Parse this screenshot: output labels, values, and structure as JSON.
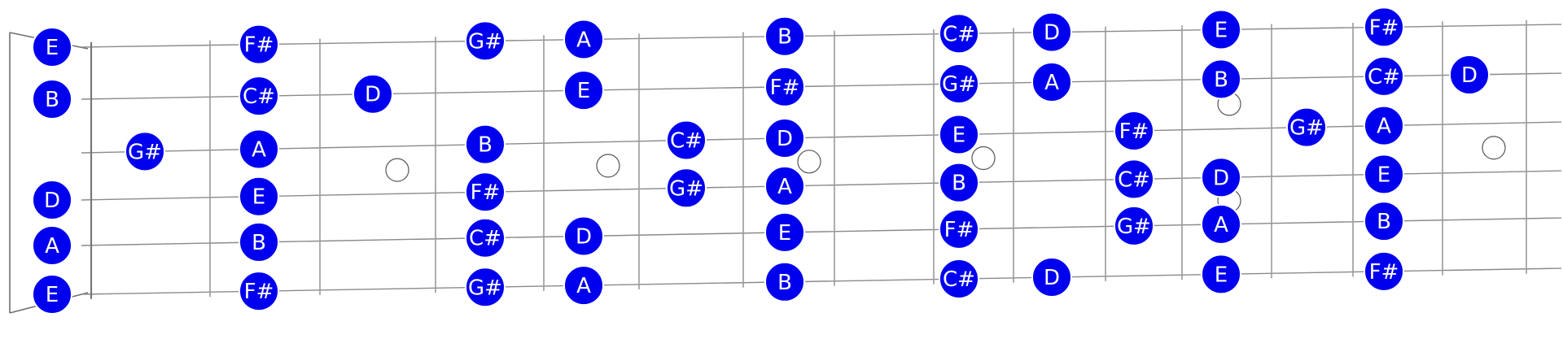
{
  "colors": {
    "note_fill": "#0000ee",
    "note_text": "#ffffff",
    "line": "#8a8a8a",
    "background": "#ffffff"
  },
  "chart_data": {
    "type": "fretboard",
    "strings": 6,
    "frets_shown": 19,
    "open_notes": [
      {
        "string": 1,
        "note": "E"
      },
      {
        "string": 2,
        "note": "B"
      },
      {
        "string": 4,
        "note": "D"
      },
      {
        "string": 5,
        "note": "A"
      },
      {
        "string": 6,
        "note": "E"
      }
    ],
    "notes": [
      {
        "string": 3,
        "fret": 1,
        "note": "G#"
      },
      {
        "string": 1,
        "fret": 2,
        "note": "F#"
      },
      {
        "string": 2,
        "fret": 2,
        "note": "C#"
      },
      {
        "string": 3,
        "fret": 2,
        "note": "A"
      },
      {
        "string": 4,
        "fret": 2,
        "note": "E"
      },
      {
        "string": 5,
        "fret": 2,
        "note": "B"
      },
      {
        "string": 6,
        "fret": 2,
        "note": "F#"
      },
      {
        "string": 2,
        "fret": 3,
        "note": "D"
      },
      {
        "string": 1,
        "fret": 4,
        "note": "G#"
      },
      {
        "string": 3,
        "fret": 4,
        "note": "B"
      },
      {
        "string": 4,
        "fret": 4,
        "note": "F#"
      },
      {
        "string": 5,
        "fret": 4,
        "note": "C#"
      },
      {
        "string": 6,
        "fret": 4,
        "note": "G#"
      },
      {
        "string": 1,
        "fret": 5,
        "note": "A"
      },
      {
        "string": 2,
        "fret": 5,
        "note": "E"
      },
      {
        "string": 5,
        "fret": 5,
        "note": "D"
      },
      {
        "string": 6,
        "fret": 5,
        "note": "A"
      },
      {
        "string": 3,
        "fret": 6,
        "note": "C#"
      },
      {
        "string": 4,
        "fret": 6,
        "note": "G#"
      },
      {
        "string": 1,
        "fret": 7,
        "note": "B"
      },
      {
        "string": 2,
        "fret": 7,
        "note": "F#"
      },
      {
        "string": 3,
        "fret": 7,
        "note": "D"
      },
      {
        "string": 4,
        "fret": 7,
        "note": "A"
      },
      {
        "string": 5,
        "fret": 7,
        "note": "E"
      },
      {
        "string": 6,
        "fret": 7,
        "note": "B"
      },
      {
        "string": 1,
        "fret": 9,
        "note": "C#"
      },
      {
        "string": 2,
        "fret": 9,
        "note": "G#"
      },
      {
        "string": 3,
        "fret": 9,
        "note": "E"
      },
      {
        "string": 4,
        "fret": 9,
        "note": "B"
      },
      {
        "string": 5,
        "fret": 9,
        "note": "F#"
      },
      {
        "string": 6,
        "fret": 9,
        "note": "C#"
      },
      {
        "string": 1,
        "fret": 10,
        "note": "D"
      },
      {
        "string": 2,
        "fret": 10,
        "note": "A"
      },
      {
        "string": 6,
        "fret": 10,
        "note": "D"
      },
      {
        "string": 3,
        "fret": 11,
        "note": "F#"
      },
      {
        "string": 4,
        "fret": 11,
        "note": "C#"
      },
      {
        "string": 5,
        "fret": 11,
        "note": "G#"
      },
      {
        "string": 1,
        "fret": 12,
        "note": "E"
      },
      {
        "string": 2,
        "fret": 12,
        "note": "B"
      },
      {
        "string": 4,
        "fret": 12,
        "note": "D"
      },
      {
        "string": 5,
        "fret": 12,
        "note": "A"
      },
      {
        "string": 6,
        "fret": 12,
        "note": "E"
      },
      {
        "string": 3,
        "fret": 13,
        "note": "G#"
      },
      {
        "string": 1,
        "fret": 14,
        "note": "F#"
      },
      {
        "string": 2,
        "fret": 14,
        "note": "C#"
      },
      {
        "string": 3,
        "fret": 14,
        "note": "A"
      },
      {
        "string": 4,
        "fret": 14,
        "note": "E"
      },
      {
        "string": 5,
        "fret": 14,
        "note": "B"
      },
      {
        "string": 6,
        "fret": 14,
        "note": "F#"
      },
      {
        "string": 2,
        "fret": 15,
        "note": "D"
      }
    ],
    "inlays": [
      {
        "fret": 3
      },
      {
        "fret": 5
      },
      {
        "fret": 7
      },
      {
        "fret": 9
      },
      {
        "fret": 12,
        "double": true
      },
      {
        "fret": 15
      }
    ]
  }
}
